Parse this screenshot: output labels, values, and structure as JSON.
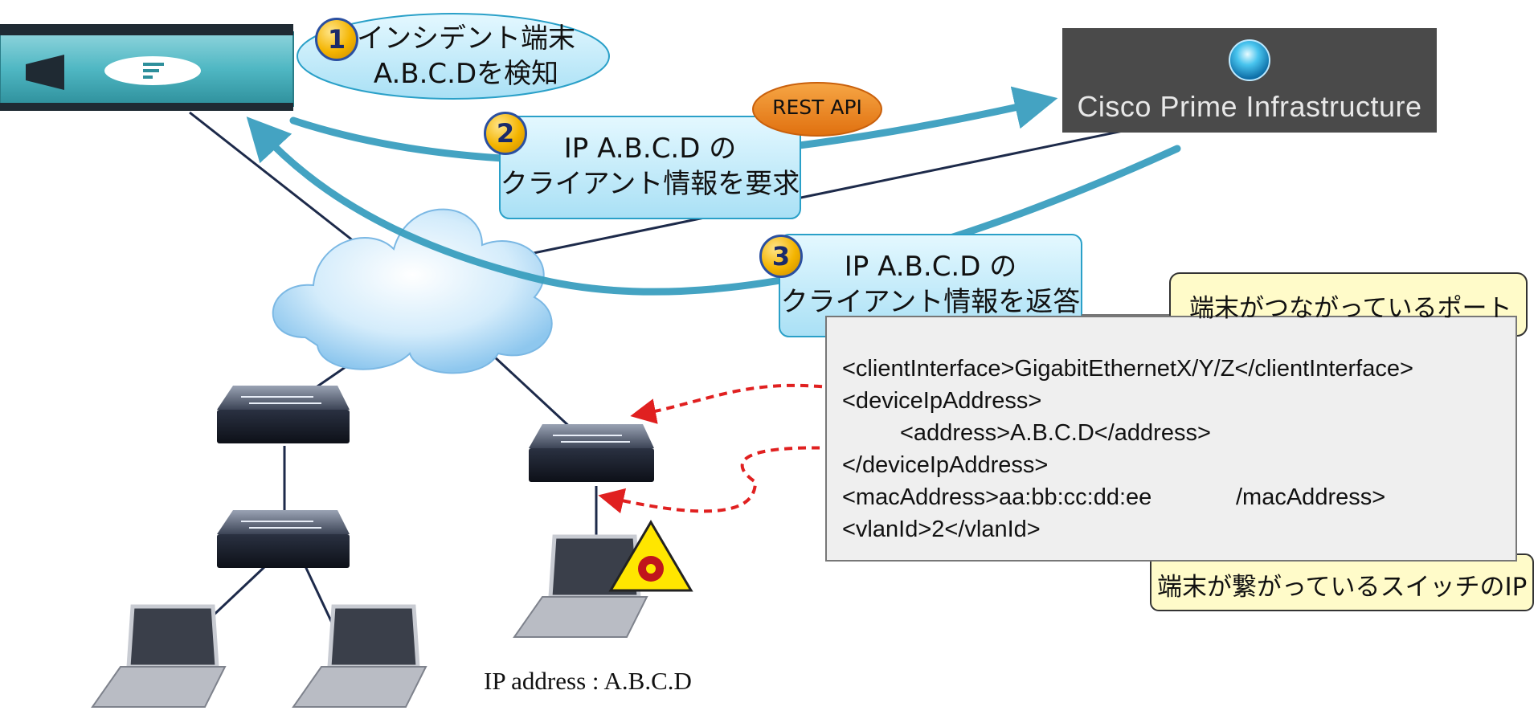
{
  "step1": {
    "number": "1",
    "line1": "インシデント端末",
    "line2": "A.B.C.Dを検知"
  },
  "step2": {
    "number": "2",
    "line1": "IP A.B.C.D の",
    "line2": "クライアント情報を要求",
    "badge": "REST API"
  },
  "step3": {
    "number": "3",
    "line1": "IP A.B.C.D の",
    "line2": "クライアント情報を返答"
  },
  "cpi": {
    "title": "Cisco Prime Infrastructure"
  },
  "code": {
    "line1": "<clientInterface>GigabitEthernetX/Y/Z</clientInterface>",
    "line2": "<deviceIpAddress>",
    "line3": "<address>A.B.C.D</address>",
    "line4": "</deviceIpAddress>",
    "line5": "<macAddress>aa:bb:cc:dd:ee",
    "line5b": "/macAddress>",
    "line6": "<vlanId>2</vlanId>"
  },
  "callout_port": "端末がつながっているポート",
  "callout_switch_ip": "端末が繋がっているスイッチのIP",
  "ip_label": "IP address : A.B.C.D",
  "icons": {
    "appliance": "security-appliance-icon",
    "cloud": "network-cloud-icon",
    "switch": "switch-icon",
    "laptop": "laptop-icon",
    "biohazard": "biohazard-warning-icon",
    "cpi_logo": "cisco-prime-logo-icon"
  },
  "colors": {
    "arrow": "#3a9fbf",
    "step_bubble": "#c9eefa",
    "callout": "#fffbc9",
    "api_badge": "#f08a1c",
    "highlight": "#e02020",
    "cpi_bg": "#4a4a4a"
  }
}
